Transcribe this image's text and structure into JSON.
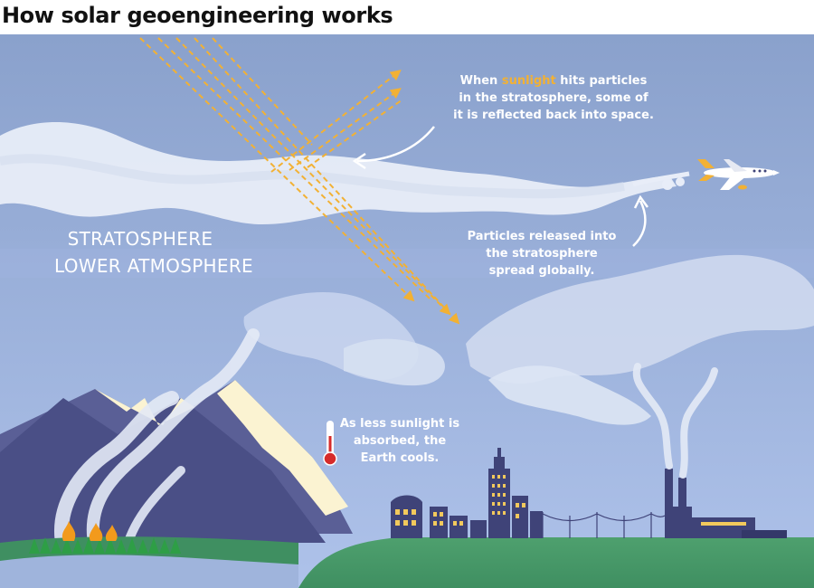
{
  "title": "How solar geoengineering works",
  "labels": {
    "stratosphere": "STRATOSPHERE",
    "lower_atmosphere": "LOWER ATMOSPHERE"
  },
  "callouts": {
    "reflection": {
      "before": "When ",
      "highlight": "sunlight",
      "after_line1": " hits particles",
      "line2": "in the stratosphere, some of",
      "line3": "it is reflected back into space."
    },
    "spread": {
      "line1": "Particles released into",
      "line2": "the stratosphere",
      "line3": "spread globally."
    },
    "cooling": {
      "line1": "As less sunlight is",
      "line2": "absorbed, the",
      "line3": "Earth cools."
    }
  },
  "colors": {
    "sky_top": "#8aa1cc",
    "sky_bottom": "#a9bde6",
    "sunlight": "#f2b134",
    "plume": "#e6ecf7",
    "mountain": "#4a4f86",
    "snow": "#fbf3d2",
    "ground": "#4ea06e",
    "city": "#3f4378",
    "window": "#f2c95c",
    "thermometer": "#d62b2b"
  }
}
